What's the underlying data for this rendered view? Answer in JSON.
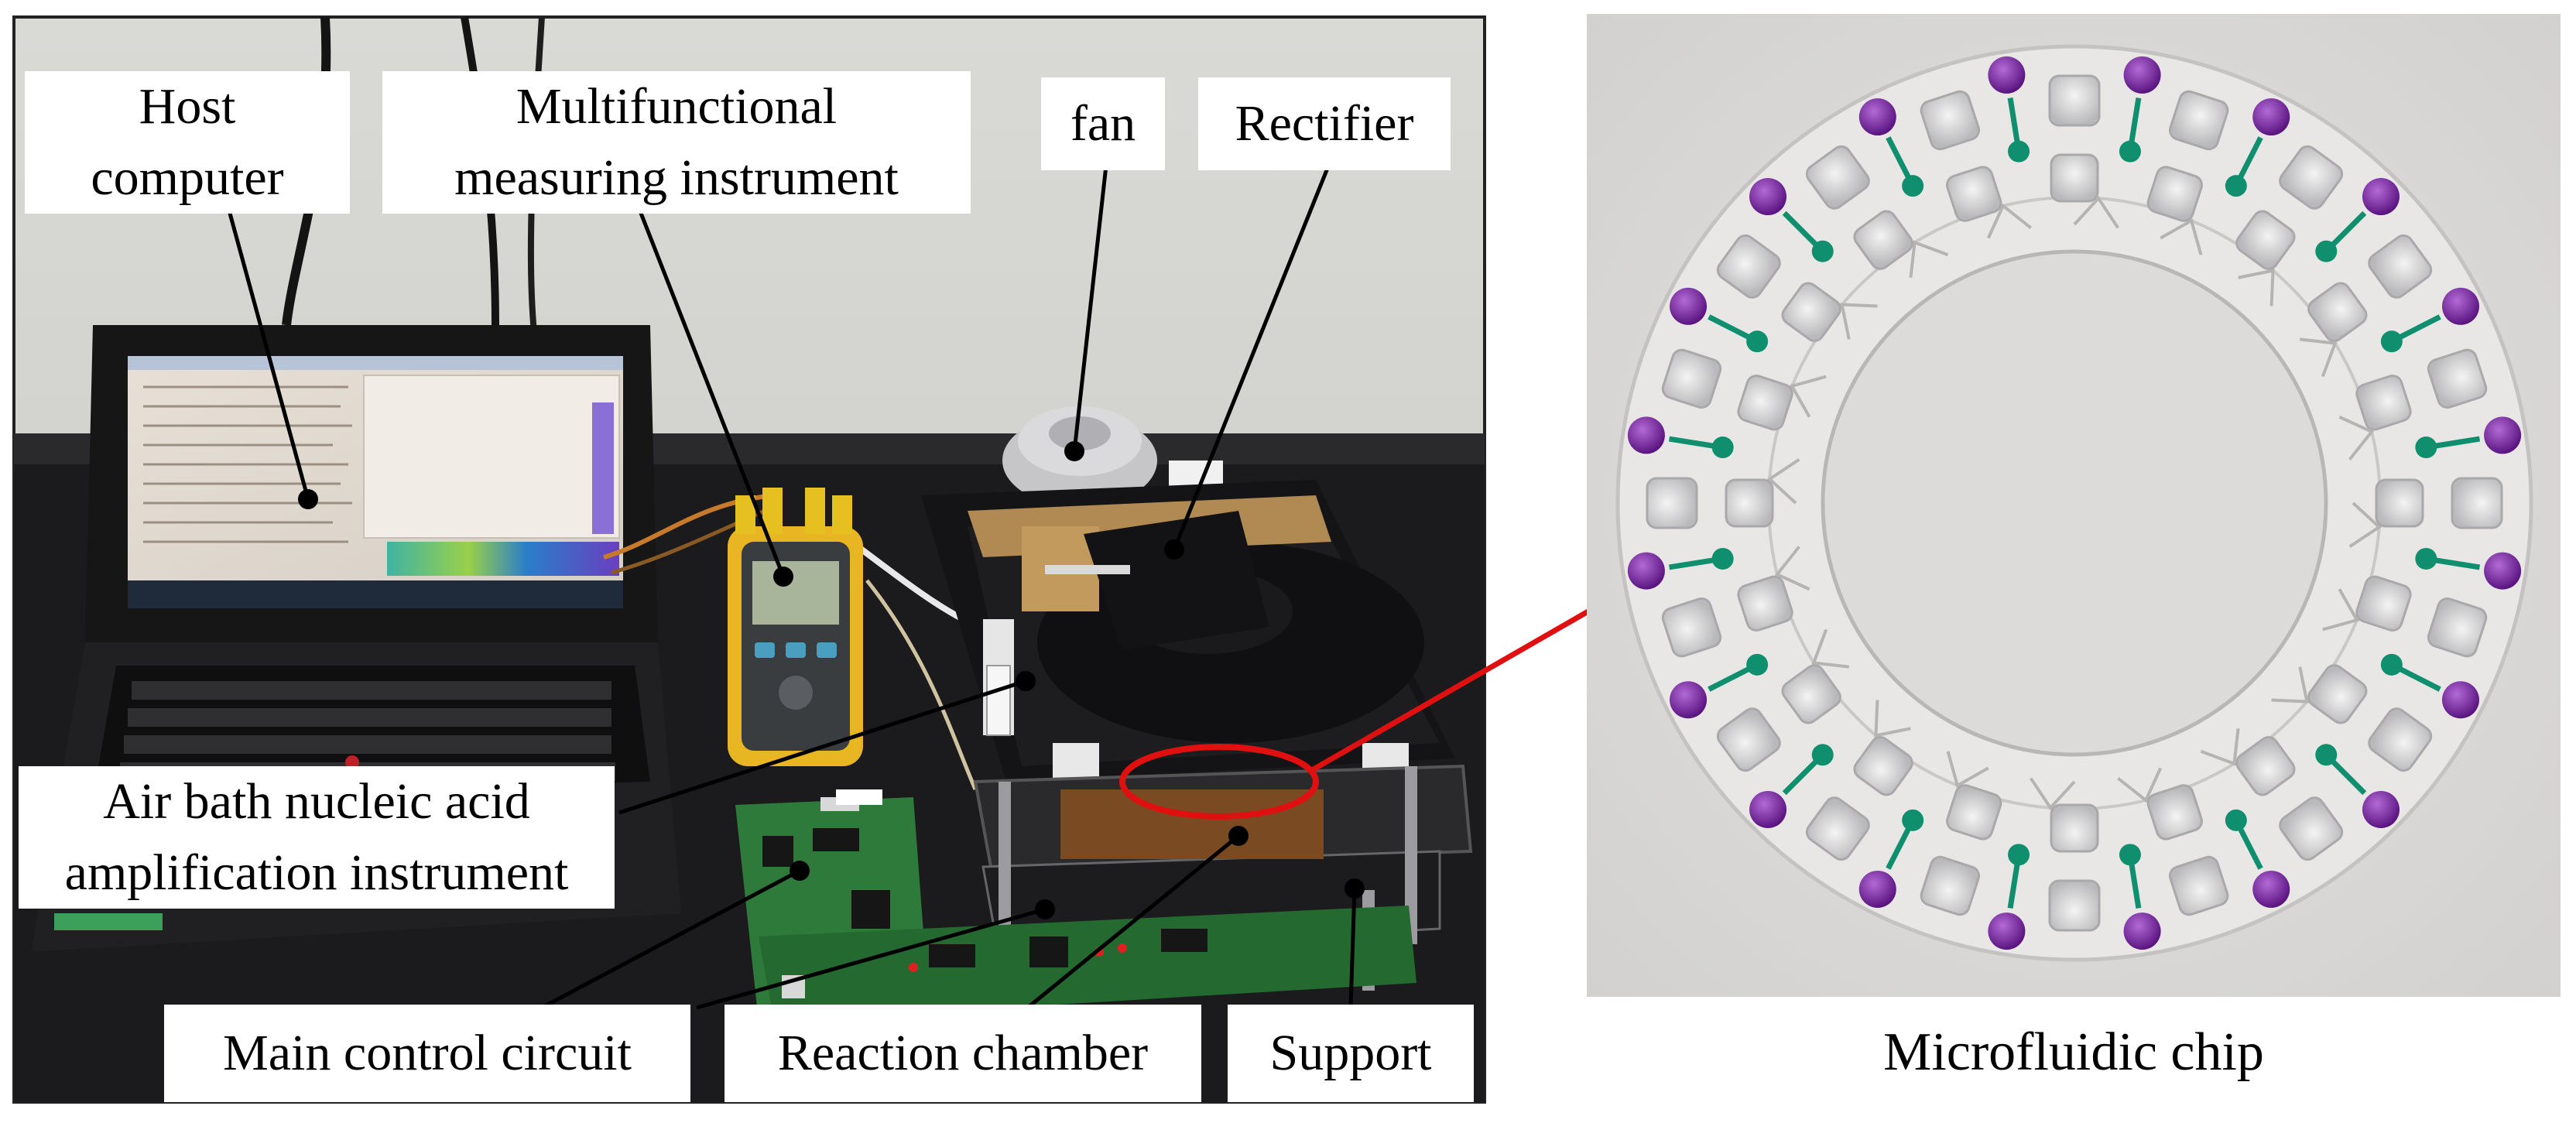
{
  "figure": {
    "labels": {
      "host_computer": [
        "Host",
        "computer"
      ],
      "measuring_instrument": [
        "Multifunctional",
        "measuring instrument"
      ],
      "fan": "fan",
      "rectifier": "Rectifier",
      "amplification_instrument": [
        "Air bath nucleic acid",
        "amplification instrument"
      ],
      "main_control_circuit": "Main control circuit",
      "reaction_chamber": "Reaction chamber",
      "support": "Support"
    },
    "caption": "Microfluidic chip",
    "colors": {
      "leader_line": "#000000",
      "highlight": "#e01010",
      "chip_dye_purple": "#7a1fa2",
      "chip_dye_green": "#0f8f6e"
    }
  }
}
